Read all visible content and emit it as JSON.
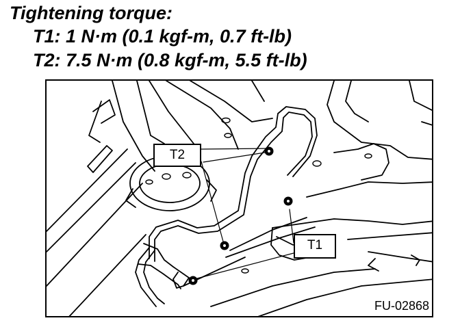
{
  "heading": {
    "title": "Tightening torque:",
    "t1": "T1: 1 N·m (0.1 kgf-m, 0.7 ft-lb)",
    "t2": "T2: 7.5 N·m (0.8 kgf-m, 5.5 ft-lb)"
  },
  "figure": {
    "callouts": {
      "t2": "T2",
      "t1": "T1"
    },
    "figure_id": "FU-02868"
  }
}
